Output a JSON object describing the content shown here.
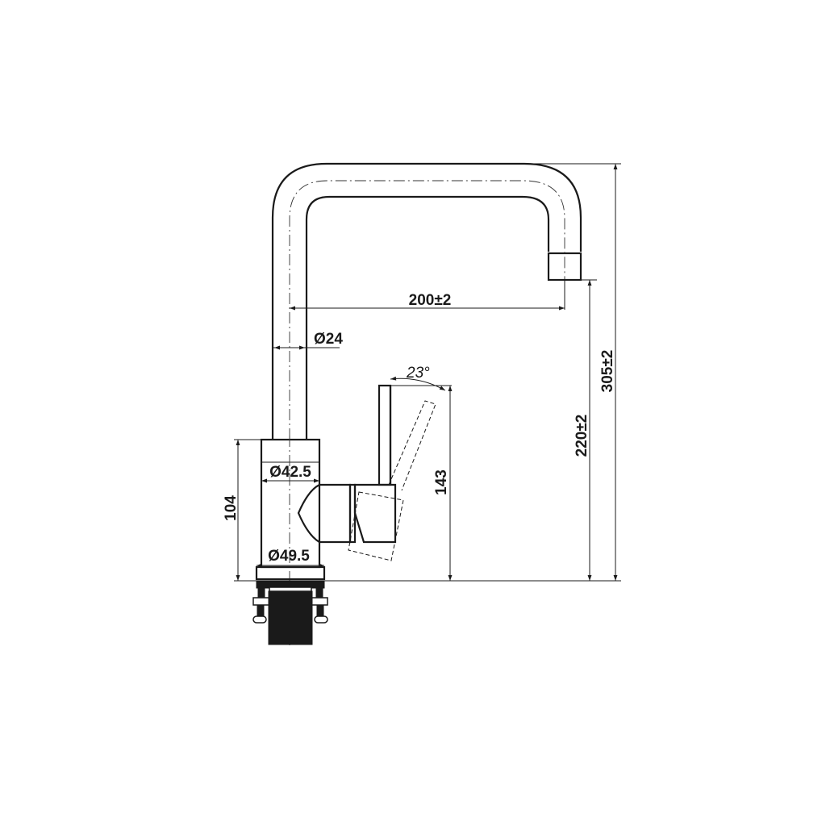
{
  "drawing": {
    "subject": "Kitchen faucet side-view dimension drawing",
    "colors": {
      "line": "#1a1a1a",
      "background": "#ffffff"
    }
  },
  "dimensions": {
    "spout_reach": "200±2",
    "spout_diameter": "Ø24",
    "lever_angle": "23°",
    "body_upper_diameter": "Ø42.5",
    "body_base_diameter": "Ø49.5",
    "body_height": "104",
    "lever_height": "143",
    "outlet_height": "220±2",
    "total_height": "305±2"
  }
}
